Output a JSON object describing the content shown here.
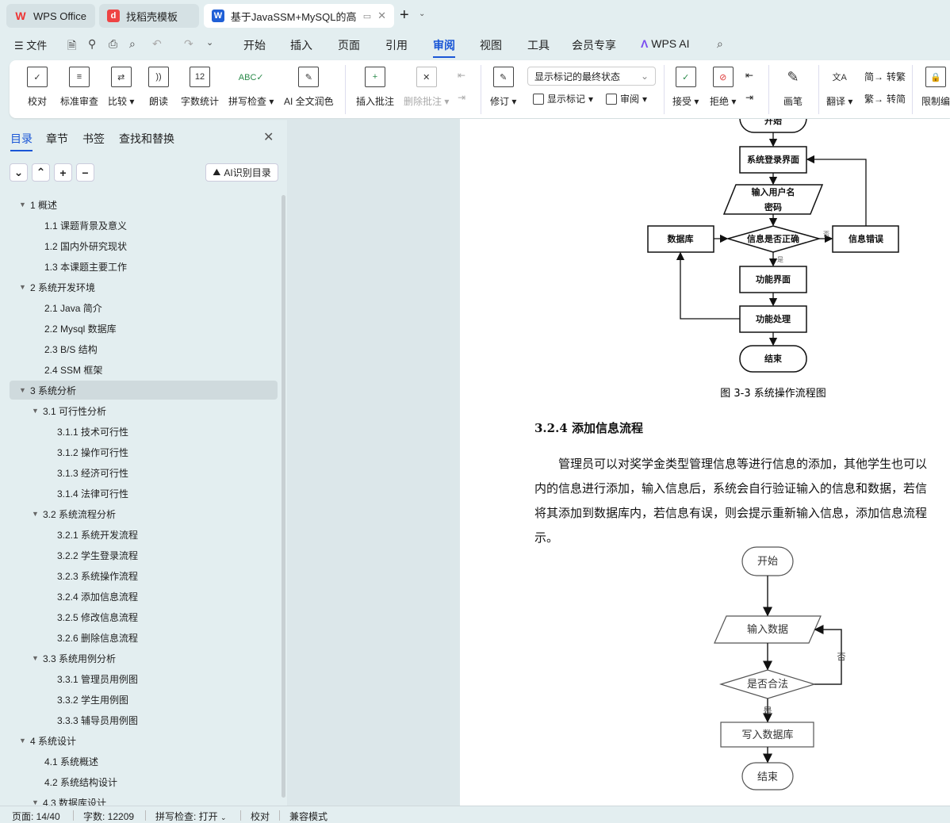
{
  "tabs": [
    {
      "label": "WPS Office"
    },
    {
      "label": "找稻壳模板"
    },
    {
      "label": "基于JavaSSM+MySQL的高校"
    }
  ],
  "menu": {
    "file": "文件",
    "items": [
      "开始",
      "插入",
      "页面",
      "引用",
      "审阅",
      "视图",
      "工具",
      "会员专享"
    ],
    "ai": "WPS AI"
  },
  "ribbon": {
    "proof": "校对",
    "std": "标准审查",
    "compare": "比较",
    "read": "朗读",
    "wordcount": "字数统计",
    "spell": "拼写检查",
    "polish": "AI 全文润色",
    "insert_comment": "插入批注",
    "delete_comment": "删除批注",
    "track": "修订",
    "markup_select": "显示标记的最终状态",
    "show_markup": "显示标记",
    "review": "审阅",
    "accept": "接受",
    "reject": "拒绝",
    "pen": "画笔",
    "translate": "翻译",
    "to_trad": "转繁",
    "to_simp": "转简",
    "restrict": "限制编"
  },
  "panel": {
    "tabs": [
      "目录",
      "章节",
      "书签",
      "查找和替换"
    ],
    "ai_toc": "AI识别目录"
  },
  "toc": [
    {
      "t": "1  概述",
      "l": 1,
      "a": 1
    },
    {
      "t": "1.1  课题背景及意义",
      "l": 2
    },
    {
      "t": "1.2  国内外研究现状",
      "l": 2
    },
    {
      "t": "1.3  本课题主要工作",
      "l": 2
    },
    {
      "t": "2  系统开发环境",
      "l": 1,
      "a": 1
    },
    {
      "t": "2.1 Java 简介",
      "l": 2
    },
    {
      "t": "2.2 Mysql 数据库",
      "l": 2
    },
    {
      "t": "2.3 B/S 结构",
      "l": 2
    },
    {
      "t": "2.4 SSM 框架",
      "l": 2
    },
    {
      "t": "3  系统分析",
      "l": 1,
      "a": 1,
      "sel": 1
    },
    {
      "t": "3.1  可行性分析",
      "l": 2,
      "a": 1
    },
    {
      "t": "3.1.1  技术可行性",
      "l": 3
    },
    {
      "t": "3.1.2 操作可行性",
      "l": 3
    },
    {
      "t": "3.1.3  经济可行性",
      "l": 3
    },
    {
      "t": "3.1.4  法律可行性",
      "l": 3
    },
    {
      "t": "3.2 系统流程分析",
      "l": 2,
      "a": 1
    },
    {
      "t": "3.2.1 系统开发流程",
      "l": 3
    },
    {
      "t": "3.2.2  学生登录流程",
      "l": 3
    },
    {
      "t": "3.2.3  系统操作流程",
      "l": 3
    },
    {
      "t": "3.2.4  添加信息流程",
      "l": 3
    },
    {
      "t": "3.2.5  修改信息流程",
      "l": 3
    },
    {
      "t": "3.2.6  删除信息流程",
      "l": 3
    },
    {
      "t": "3.3 系统用例分析",
      "l": 2,
      "a": 1
    },
    {
      "t": "3.3.1 管理员用例图",
      "l": 3
    },
    {
      "t": "3.3.2 学生用例图",
      "l": 3
    },
    {
      "t": "3.3.3 辅导员用例图",
      "l": 3
    },
    {
      "t": "4  系统设计",
      "l": 1,
      "a": 1
    },
    {
      "t": "4.1  系统概述",
      "l": 2
    },
    {
      "t": "4.2  系统结构设计",
      "l": 2
    },
    {
      "t": "4.3 数据库设计",
      "l": 2,
      "a": 1
    }
  ],
  "flow1": {
    "start": "开始",
    "login": "系统登录界面",
    "input1": "输入用户名",
    "input2": "密码",
    "check": "信息是否正确",
    "db": "数据库",
    "error": "信息错误",
    "no": "否",
    "yes": "是",
    "ui": "功能界面",
    "proc": "功能处理",
    "end": "结束",
    "caption": "图 3-3  系统操作流程图"
  },
  "heading": "3.2.4 添加信息流程",
  "paragraph": [
    "　　管理员可以对奖学金类型管理信息等进行信息的添加，其他学生也可以",
    "内的信息进行添加，输入信息后，系统会自行验证输入的信息和数据，若信",
    "将其添加到数据库内，若信息有误，则会提示重新输入信息，添加信息流程",
    "示。"
  ],
  "flow2": {
    "start": "开始",
    "input": "输入数据",
    "check": "是否合法",
    "no": "否",
    "yes": "是",
    "write": "写入数据库",
    "end": "结束"
  },
  "status": {
    "page": "页面: 14/40",
    "words": "字数: 12209",
    "spell": "拼写检查: 打开",
    "proof": "校对",
    "compat": "兼容模式"
  }
}
